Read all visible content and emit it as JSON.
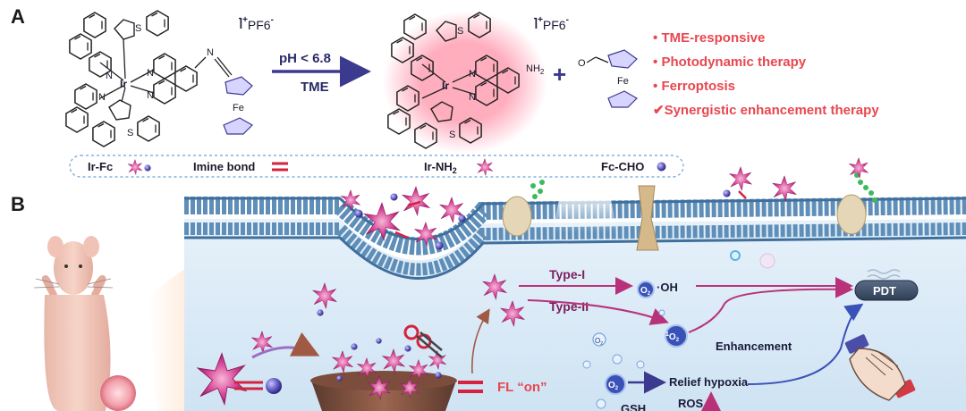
{
  "panel_a": {
    "label": "A",
    "counterion_1": "PF6",
    "counterion_2": "PF6",
    "charge_1": "+",
    "charge_2": "+",
    "minus_1": "-",
    "minus_2": "-",
    "condition_top": "pH < 6.8",
    "condition_bottom": "TME",
    "plus_sign": "+",
    "atoms": {
      "ir": "Ir",
      "s": "S",
      "n": "N",
      "fe": "Fe",
      "o": "O",
      "nh2": "NH",
      "nh2_sub": "2"
    },
    "features": [
      {
        "bullet": "•",
        "text": "TME-responsive"
      },
      {
        "bullet": "•",
        "text": "Photodynamic therapy"
      },
      {
        "bullet": "•",
        "text": "Ferroptosis"
      },
      {
        "bullet": "✔",
        "text": "Synergistic enhancement therapy"
      }
    ],
    "legend": {
      "irfc": "Ir-Fc",
      "imine": "Imine bond",
      "irnh2": "Ir-NH",
      "irnh2_sub": "2",
      "fccho": "Fc-CHO"
    }
  },
  "panel_b": {
    "label": "B",
    "type1": "Type-I",
    "type2": "Type-II",
    "oh_radical": "·OH",
    "o2": "O",
    "o2_sub": "2",
    "singlet_sup": "1",
    "singlet": "O",
    "singlet_sub": "2",
    "pdt": "PDT",
    "enhancement": "Enhancement",
    "fl_on": "FL “on”",
    "relief": "Relief hypoxia",
    "ros": "ROS",
    "gsh": "GSH"
  },
  "colors": {
    "accent_red": "#e8474f",
    "arrow_purple": "#3b3a8f",
    "magenta": "#c2317a",
    "membrane_blue": "#5f8fb8",
    "cytoplasm": "#d9eaf6"
  }
}
